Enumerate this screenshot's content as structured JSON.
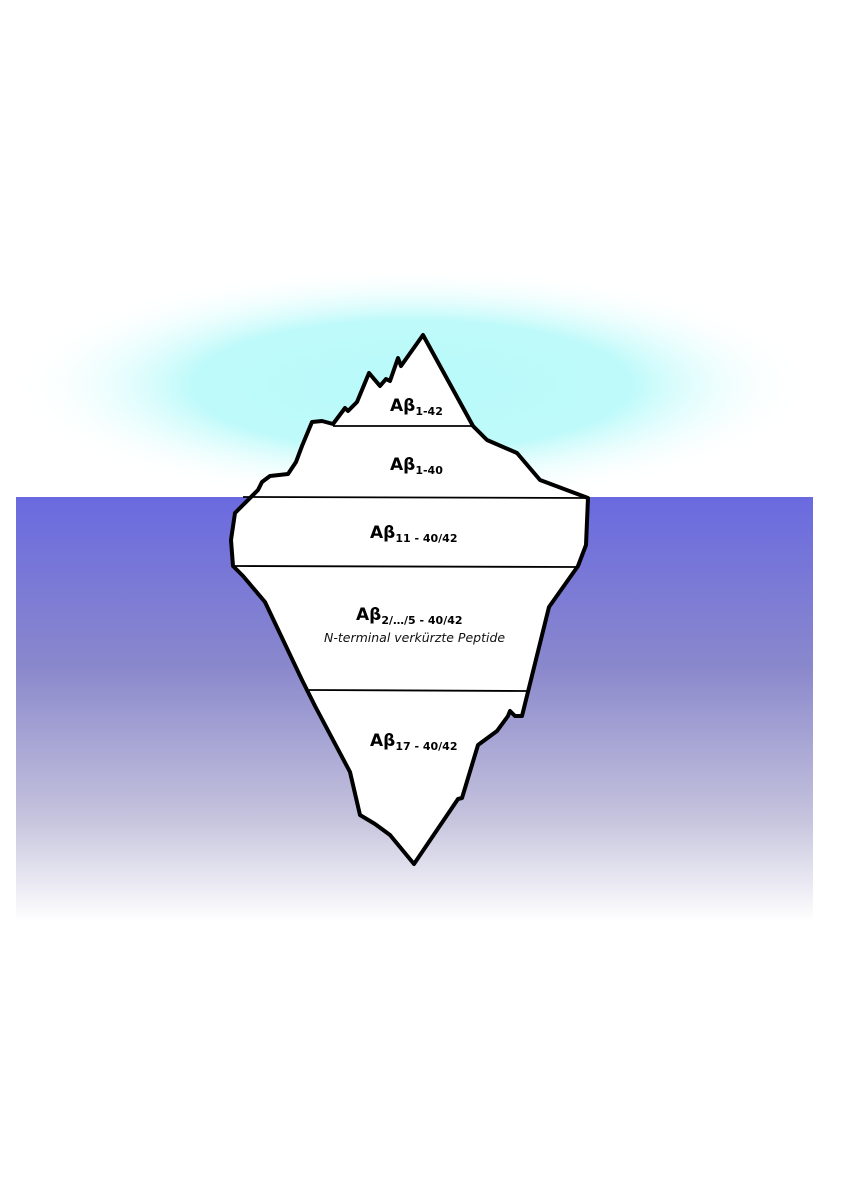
{
  "layers": [
    {
      "main": "Aβ",
      "sub": "1-42"
    },
    {
      "main": "Aβ",
      "sub": "1-40"
    },
    {
      "main": "Aβ",
      "sub": "11 - 40/42"
    },
    {
      "main": "Aβ",
      "sub": "2/…/5 - 40/42",
      "note": "N-terminal verkürzte Peptide"
    },
    {
      "main": "Aβ",
      "sub": "17 - 40/42"
    }
  ],
  "colors": {
    "water_top": "#6a6ae0",
    "water_bottom": "#ffffff",
    "glow": "#b8fafa",
    "ice": "#ffffff",
    "outline": "#000000"
  }
}
